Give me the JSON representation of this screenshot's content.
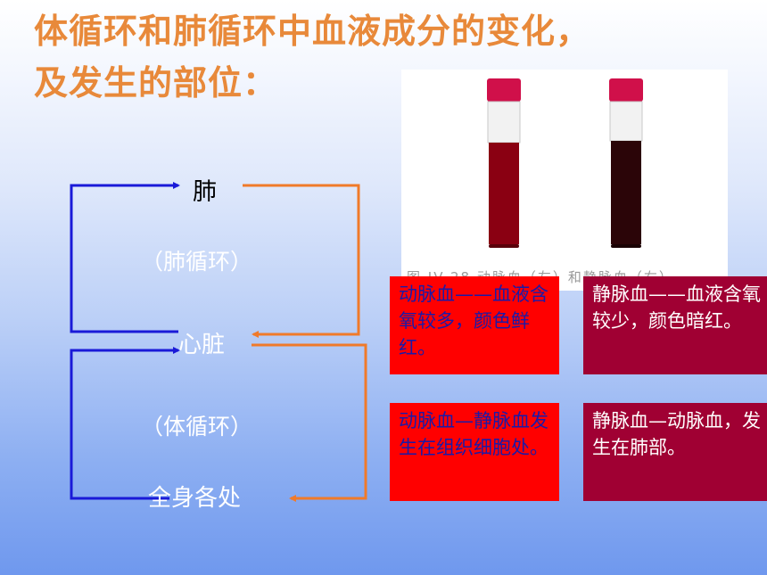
{
  "title": {
    "line1": "体循环和肺循环中血液成分的变化，",
    "line2": "及发生的部位："
  },
  "diagram": {
    "node_lung": "肺",
    "node_heart": "心脏",
    "node_body": "全身各处",
    "label_pulmonary": "（肺循环）",
    "label_systemic": "（体循环）"
  },
  "photo": {
    "caption": "图 IV-28  动脉血（左）和静脉血（右）"
  },
  "boxes": {
    "arterial": "动脉血——血液含氧较多，颜色鲜红。",
    "venous": "静脉血——血液含氧较少，颜色暗红。",
    "arterial_to_venous": "动脉血—静脉血发生在组织细胞处。",
    "venous_to_arterial": "静脉血—动脉血，发生在肺部。"
  },
  "colors": {
    "title": "#e8893a",
    "blue_arrow": "#1a1ad8",
    "orange_arrow": "#f07a2a",
    "box_red": "#ff0000",
    "box_dark": "#a00033",
    "box_red_text": "#1a1aa8",
    "box_dark_text": "#ffffff"
  }
}
